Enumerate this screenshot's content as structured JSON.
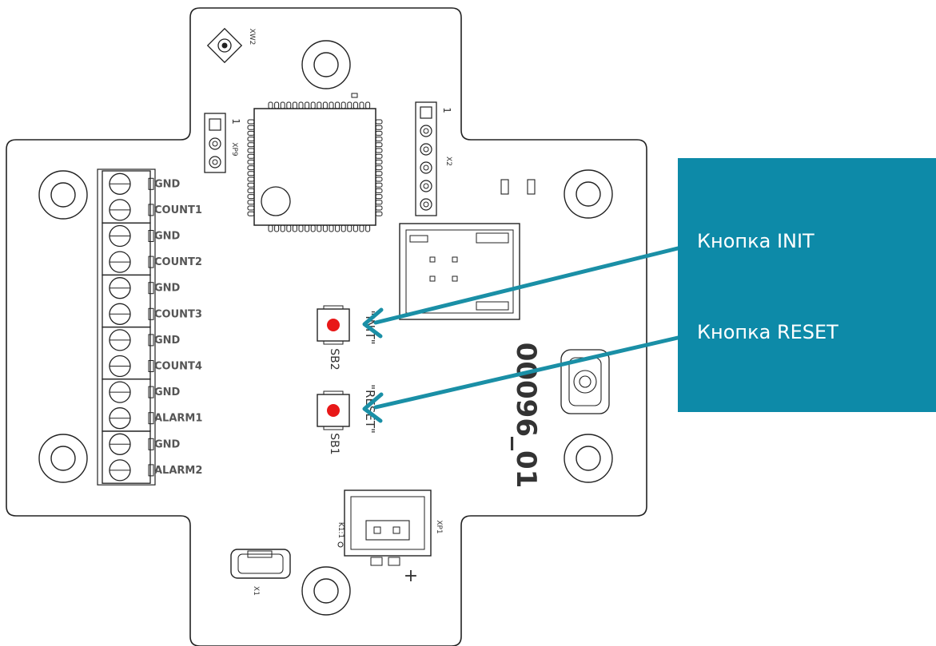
{
  "callouts": {
    "init_label": "Кнопка INIT",
    "reset_label": "Кнопка RESET"
  },
  "terminal_pins": [
    "GND",
    "COUNT1",
    "GND",
    "COUNT2",
    "GND",
    "COUNT3",
    "GND",
    "COUNT4",
    "GND",
    "ALARM1",
    "GND",
    "ALARM2"
  ],
  "silkscreen": {
    "board_id": "00096_01",
    "button_init_text": "\"INIT\"",
    "button_reset_text": "\"RESET\"",
    "sb2": "SB2",
    "sb1": "SB1",
    "xw2": "XW2",
    "xp9": "XP9",
    "x2": "X2",
    "xp1": "XP1",
    "x1": "X1",
    "k1": "K1:1",
    "pin_one_a": "1",
    "pin_one_b": "1",
    "plus": "+"
  },
  "colors": {
    "callout_bg": "#0d8aa8",
    "arrow": "#1a8fa6",
    "button_dot": "#e81818",
    "outline": "#222222"
  }
}
